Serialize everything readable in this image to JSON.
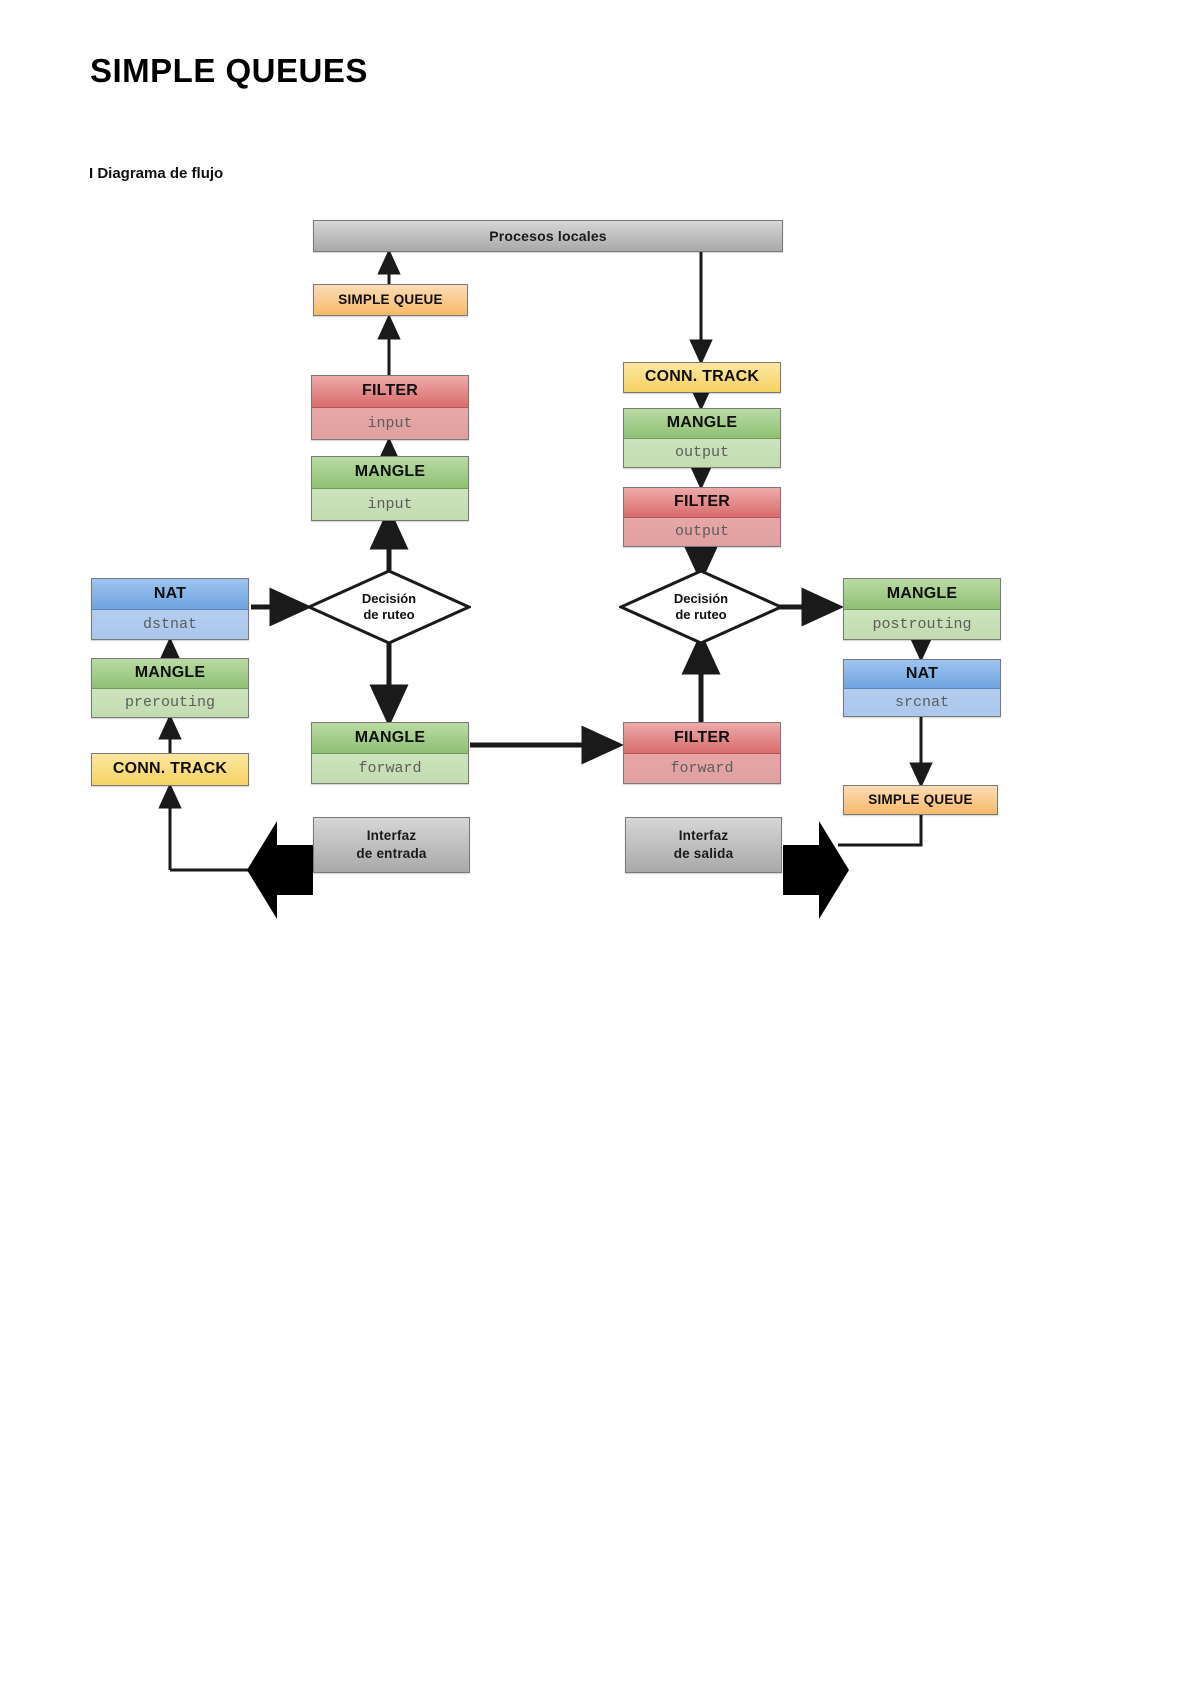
{
  "document": {
    "title": "SIMPLE QUEUES",
    "section_heading": "I  Diagrama de flujo"
  },
  "diagram": {
    "nodes": {
      "procesos_locales": {
        "title": "Procesos locales",
        "color": "#b4b4b4"
      },
      "simple_queue_in": {
        "title": "SIMPLE QUEUE",
        "color": "#f7b96a"
      },
      "filter_input": {
        "title": "FILTER",
        "sub": "input",
        "color": "#d96b6b"
      },
      "mangle_input": {
        "title": "MANGLE",
        "sub": "input",
        "color": "#8fc073"
      },
      "nat_dstnat": {
        "title": "NAT",
        "sub": "dstnat",
        "color": "#6fa3e0"
      },
      "mangle_prerouting": {
        "title": "MANGLE",
        "sub": "prerouting",
        "color": "#8fc073"
      },
      "conn_track_in": {
        "title": "CONN. TRACK",
        "color": "#f6d262"
      },
      "decision_left": {
        "line1": "Decisión",
        "line2": "de ruteo"
      },
      "decision_right": {
        "line1": "Decisión",
        "line2": "de ruteo"
      },
      "mangle_forward": {
        "title": "MANGLE",
        "sub": "forward",
        "color": "#8fc073"
      },
      "filter_forward": {
        "title": "FILTER",
        "sub": "forward",
        "color": "#d96b6b"
      },
      "conn_track_out": {
        "title": "CONN. TRACK",
        "color": "#f6d262"
      },
      "mangle_output": {
        "title": "MANGLE",
        "sub": "output",
        "color": "#8fc073"
      },
      "filter_output": {
        "title": "FILTER",
        "sub": "output",
        "color": "#d96b6b"
      },
      "mangle_postrouting": {
        "title": "MANGLE",
        "sub": "postrouting",
        "color": "#8fc073"
      },
      "nat_srcnat": {
        "title": "NAT",
        "sub": "srcnat",
        "color": "#6fa3e0"
      },
      "simple_queue_out": {
        "title": "SIMPLE QUEUE",
        "color": "#f7b96a"
      },
      "interfaz_entrada": {
        "title": "Interfaz\nde entrada",
        "color": "#b4b4b4"
      },
      "interfaz_salida": {
        "title": "Interfaz\nde salida",
        "color": "#b4b4b4"
      }
    },
    "palette": {
      "green": "#8fc073",
      "red": "#d96b6b",
      "blue": "#6fa3e0",
      "yellow": "#f6d262",
      "orange": "#f7b96a",
      "gray": "#b4b4b4",
      "border": "#7a7a7a",
      "wire": "#1a1a1a"
    }
  }
}
